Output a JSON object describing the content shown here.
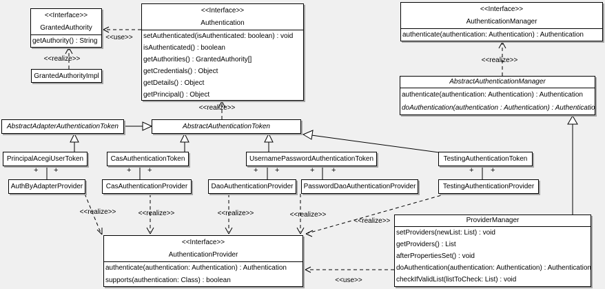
{
  "labels": {
    "use": "<<use>>",
    "realize": "<<realize>>",
    "plus": "+"
  },
  "classes": {
    "granted_authority": {
      "stereotype": "<<Interface>>",
      "name": "GrantedAuthority",
      "methods": [
        "getAuthority() : String"
      ]
    },
    "granted_authority_impl": {
      "name": "GrantedAuthorityImpl"
    },
    "authentication": {
      "stereotype": "<<Interface>>",
      "name": "Authentication",
      "methods": [
        "setAuthenticated(isAuthenticated: boolean) : void",
        "isAuthenticated() : boolean",
        "getAuthorities() : GrantedAuthority[]",
        "getCredentials() : Object",
        "getDetails() : Object",
        "getPrincipal() : Object"
      ]
    },
    "authentication_manager": {
      "stereotype": "<<Interface>>",
      "name": "AuthenticationManager",
      "methods": [
        "authenticate(authentication: Authentication) : Authentication"
      ]
    },
    "abstract_authentication_manager": {
      "name": "AbstractAuthenticationManager",
      "methods": [
        "authenticate(authentication: Authentication) : Authentication",
        "doAuthentication(authentication : Authentication) : Authentication"
      ]
    },
    "abstract_adapter_authentication_token": {
      "name": "AbstractAdapterAuthenticationToken"
    },
    "abstract_authentication_token": {
      "name": "AbstractAuthenticationToken"
    },
    "principal_acegi_user_token": {
      "name": "PrincipalAcegiUserToken"
    },
    "cas_authentication_token": {
      "name": "CasAuthenticationToken"
    },
    "username_password_authentication_token": {
      "name": "UsernamePasswordAuthenticationToken"
    },
    "testing_authentication_token": {
      "name": "TestingAuthenticationToken"
    },
    "auth_by_adapter_provider": {
      "name": "AuthByAdapterProvider"
    },
    "cas_authentication_provider": {
      "name": "CasAuthenticationProvider"
    },
    "dao_authentication_provider": {
      "name": "DaoAuthenticationProvider"
    },
    "password_dao_authentication_provider": {
      "name": "PasswordDaoAuthenticationProvider"
    },
    "testing_authentication_provider": {
      "name": "TestingAuthenticationProvider"
    },
    "authentication_provider": {
      "stereotype": "<<Interface>>",
      "name": "AuthenticationProvider",
      "methods": [
        "authenticate(authentication: Authentication) : Authentication",
        "supports(authentication: Class) : boolean"
      ]
    },
    "provider_manager": {
      "name": "ProviderManager",
      "methods": [
        "setProviders(newList: List) : void",
        "getProviders() : List",
        "afterPropertiesSet() : void",
        "doAuthentication(authentication: Authentication) : Authentication",
        "checkIfValidList(listToCheck: List) : void"
      ]
    }
  },
  "relationships": [
    {
      "from": "Authentication",
      "to": "GrantedAuthority",
      "type": "dependency",
      "stereotype": "<<use>>"
    },
    {
      "from": "GrantedAuthorityImpl",
      "to": "GrantedAuthority",
      "type": "realization",
      "stereotype": "<<realize>>"
    },
    {
      "from": "AbstractAuthenticationToken",
      "to": "Authentication",
      "type": "realization",
      "stereotype": "<<realize>>"
    },
    {
      "from": "AbstractAuthenticationManager",
      "to": "AuthenticationManager",
      "type": "realization",
      "stereotype": "<<realize>>"
    },
    {
      "from": "AbstractAdapterAuthenticationToken",
      "to": "AbstractAuthenticationToken",
      "type": "generalization"
    },
    {
      "from": "PrincipalAcegiUserToken",
      "to": "AbstractAdapterAuthenticationToken",
      "type": "generalization"
    },
    {
      "from": "CasAuthenticationToken",
      "to": "AbstractAuthenticationToken",
      "type": "generalization"
    },
    {
      "from": "UsernamePasswordAuthenticationToken",
      "to": "AbstractAuthenticationToken",
      "type": "generalization"
    },
    {
      "from": "TestingAuthenticationToken",
      "to": "AbstractAuthenticationToken",
      "type": "generalization"
    },
    {
      "from": "ProviderManager",
      "to": "AbstractAuthenticationManager",
      "type": "generalization"
    },
    {
      "from": "PrincipalAcegiUserToken",
      "to": "AuthByAdapterProvider",
      "type": "association",
      "multiplicity": "+ +"
    },
    {
      "from": "CasAuthenticationToken",
      "to": "CasAuthenticationProvider",
      "type": "association",
      "multiplicity": "+ +"
    },
    {
      "from": "UsernamePasswordAuthenticationToken",
      "to": "DaoAuthenticationProvider",
      "type": "association",
      "multiplicity": "+ +"
    },
    {
      "from": "UsernamePasswordAuthenticationToken",
      "to": "PasswordDaoAuthenticationProvider",
      "type": "association",
      "multiplicity": "+ +"
    },
    {
      "from": "TestingAuthenticationToken",
      "to": "TestingAuthenticationProvider",
      "type": "association",
      "multiplicity": "+ +"
    },
    {
      "from": "AuthByAdapterProvider",
      "to": "AuthenticationProvider",
      "type": "realization",
      "stereotype": "<<realize>>"
    },
    {
      "from": "CasAuthenticationProvider",
      "to": "AuthenticationProvider",
      "type": "realization",
      "stereotype": "<<realize>>"
    },
    {
      "from": "DaoAuthenticationProvider",
      "to": "AuthenticationProvider",
      "type": "realization",
      "stereotype": "<<realize>>"
    },
    {
      "from": "PasswordDaoAuthenticationProvider",
      "to": "AuthenticationProvider",
      "type": "realization",
      "stereotype": "<<realize>>"
    },
    {
      "from": "TestingAuthenticationProvider",
      "to": "AuthenticationProvider",
      "type": "realization",
      "stereotype": "<<realize>>"
    },
    {
      "from": "ProviderManager",
      "to": "AuthenticationProvider",
      "type": "dependency",
      "stereotype": "<<use>>"
    }
  ],
  "colors": {
    "background": "#f0f0f0",
    "box_fill": "#ffffff",
    "line": "#000000",
    "shadow": "#a6a6a6"
  }
}
